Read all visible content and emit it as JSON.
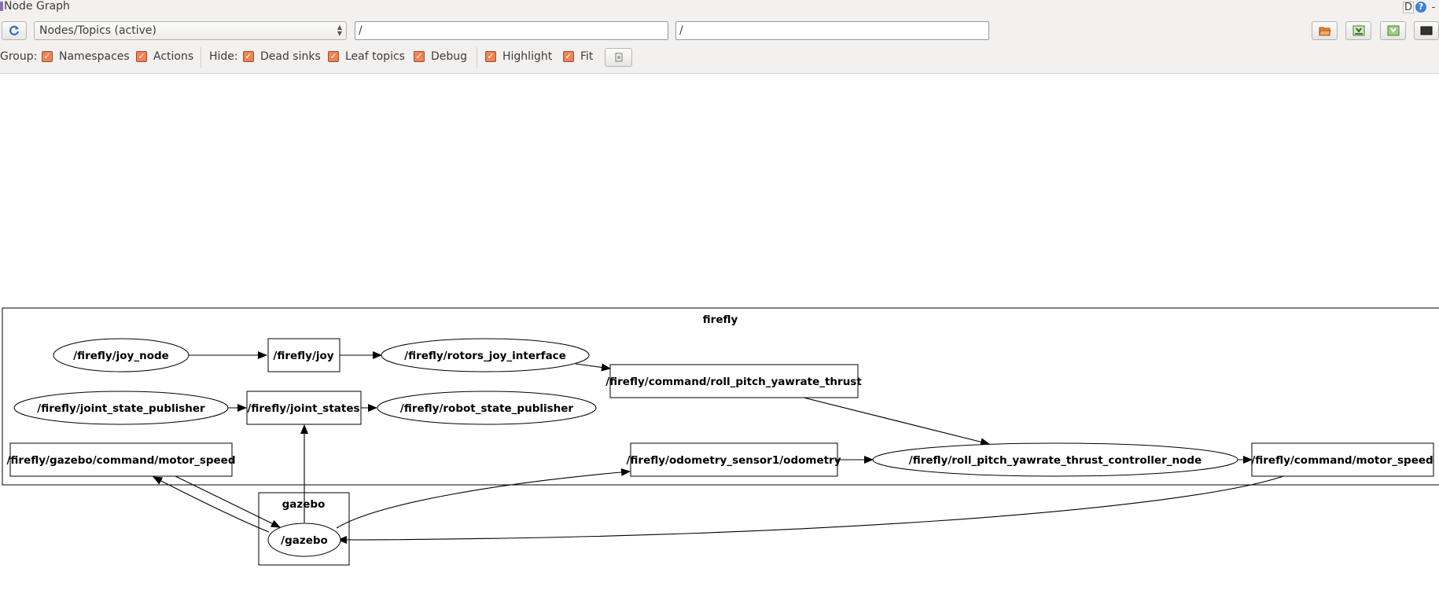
{
  "window": {
    "title": "Node Graph",
    "d_label": "D",
    "help_label": "?",
    "min_label": "-"
  },
  "toolbar": {
    "graph_type": "Nodes/Topics (active)",
    "node_filter": "/",
    "topic_filter": "/",
    "group_label": "Group:",
    "namespaces_label": "Namespaces",
    "actions_label": "Actions",
    "hide_label": "Hide:",
    "dead_sinks_label": "Dead sinks",
    "leaf_topics_label": "Leaf topics",
    "debug_label": "Debug",
    "highlight_label": "Highlight",
    "fit_label": "Fit"
  },
  "graph": {
    "clusters": {
      "firefly": "firefly",
      "gazebo": "gazebo"
    },
    "nodes": {
      "joy_node": "/firefly/joy_node",
      "joint_state_publisher": "/firefly/joint_state_publisher",
      "rotors_joy_interface": "/firefly/rotors_joy_interface",
      "robot_state_publisher": "/firefly/robot_state_publisher",
      "controller_node": "/firefly/roll_pitch_yawrate_thrust_controller_node",
      "gazebo": "/gazebo"
    },
    "topics": {
      "joy": "/firefly/joy",
      "joint_states": "/firefly/joint_states",
      "roll_pitch_yawrate_thrust": "/firefly/command/roll_pitch_yawrate_thrust",
      "gazebo_motor_speed": "/firefly/gazebo/command/motor_speed",
      "odometry": "/firefly/odometry_sensor1/odometry",
      "motor_speed": "/firefly/command/motor_speed"
    }
  },
  "colors": {
    "checkbox": "#ef8355",
    "toolbar_bg": "#f2f1f0"
  }
}
